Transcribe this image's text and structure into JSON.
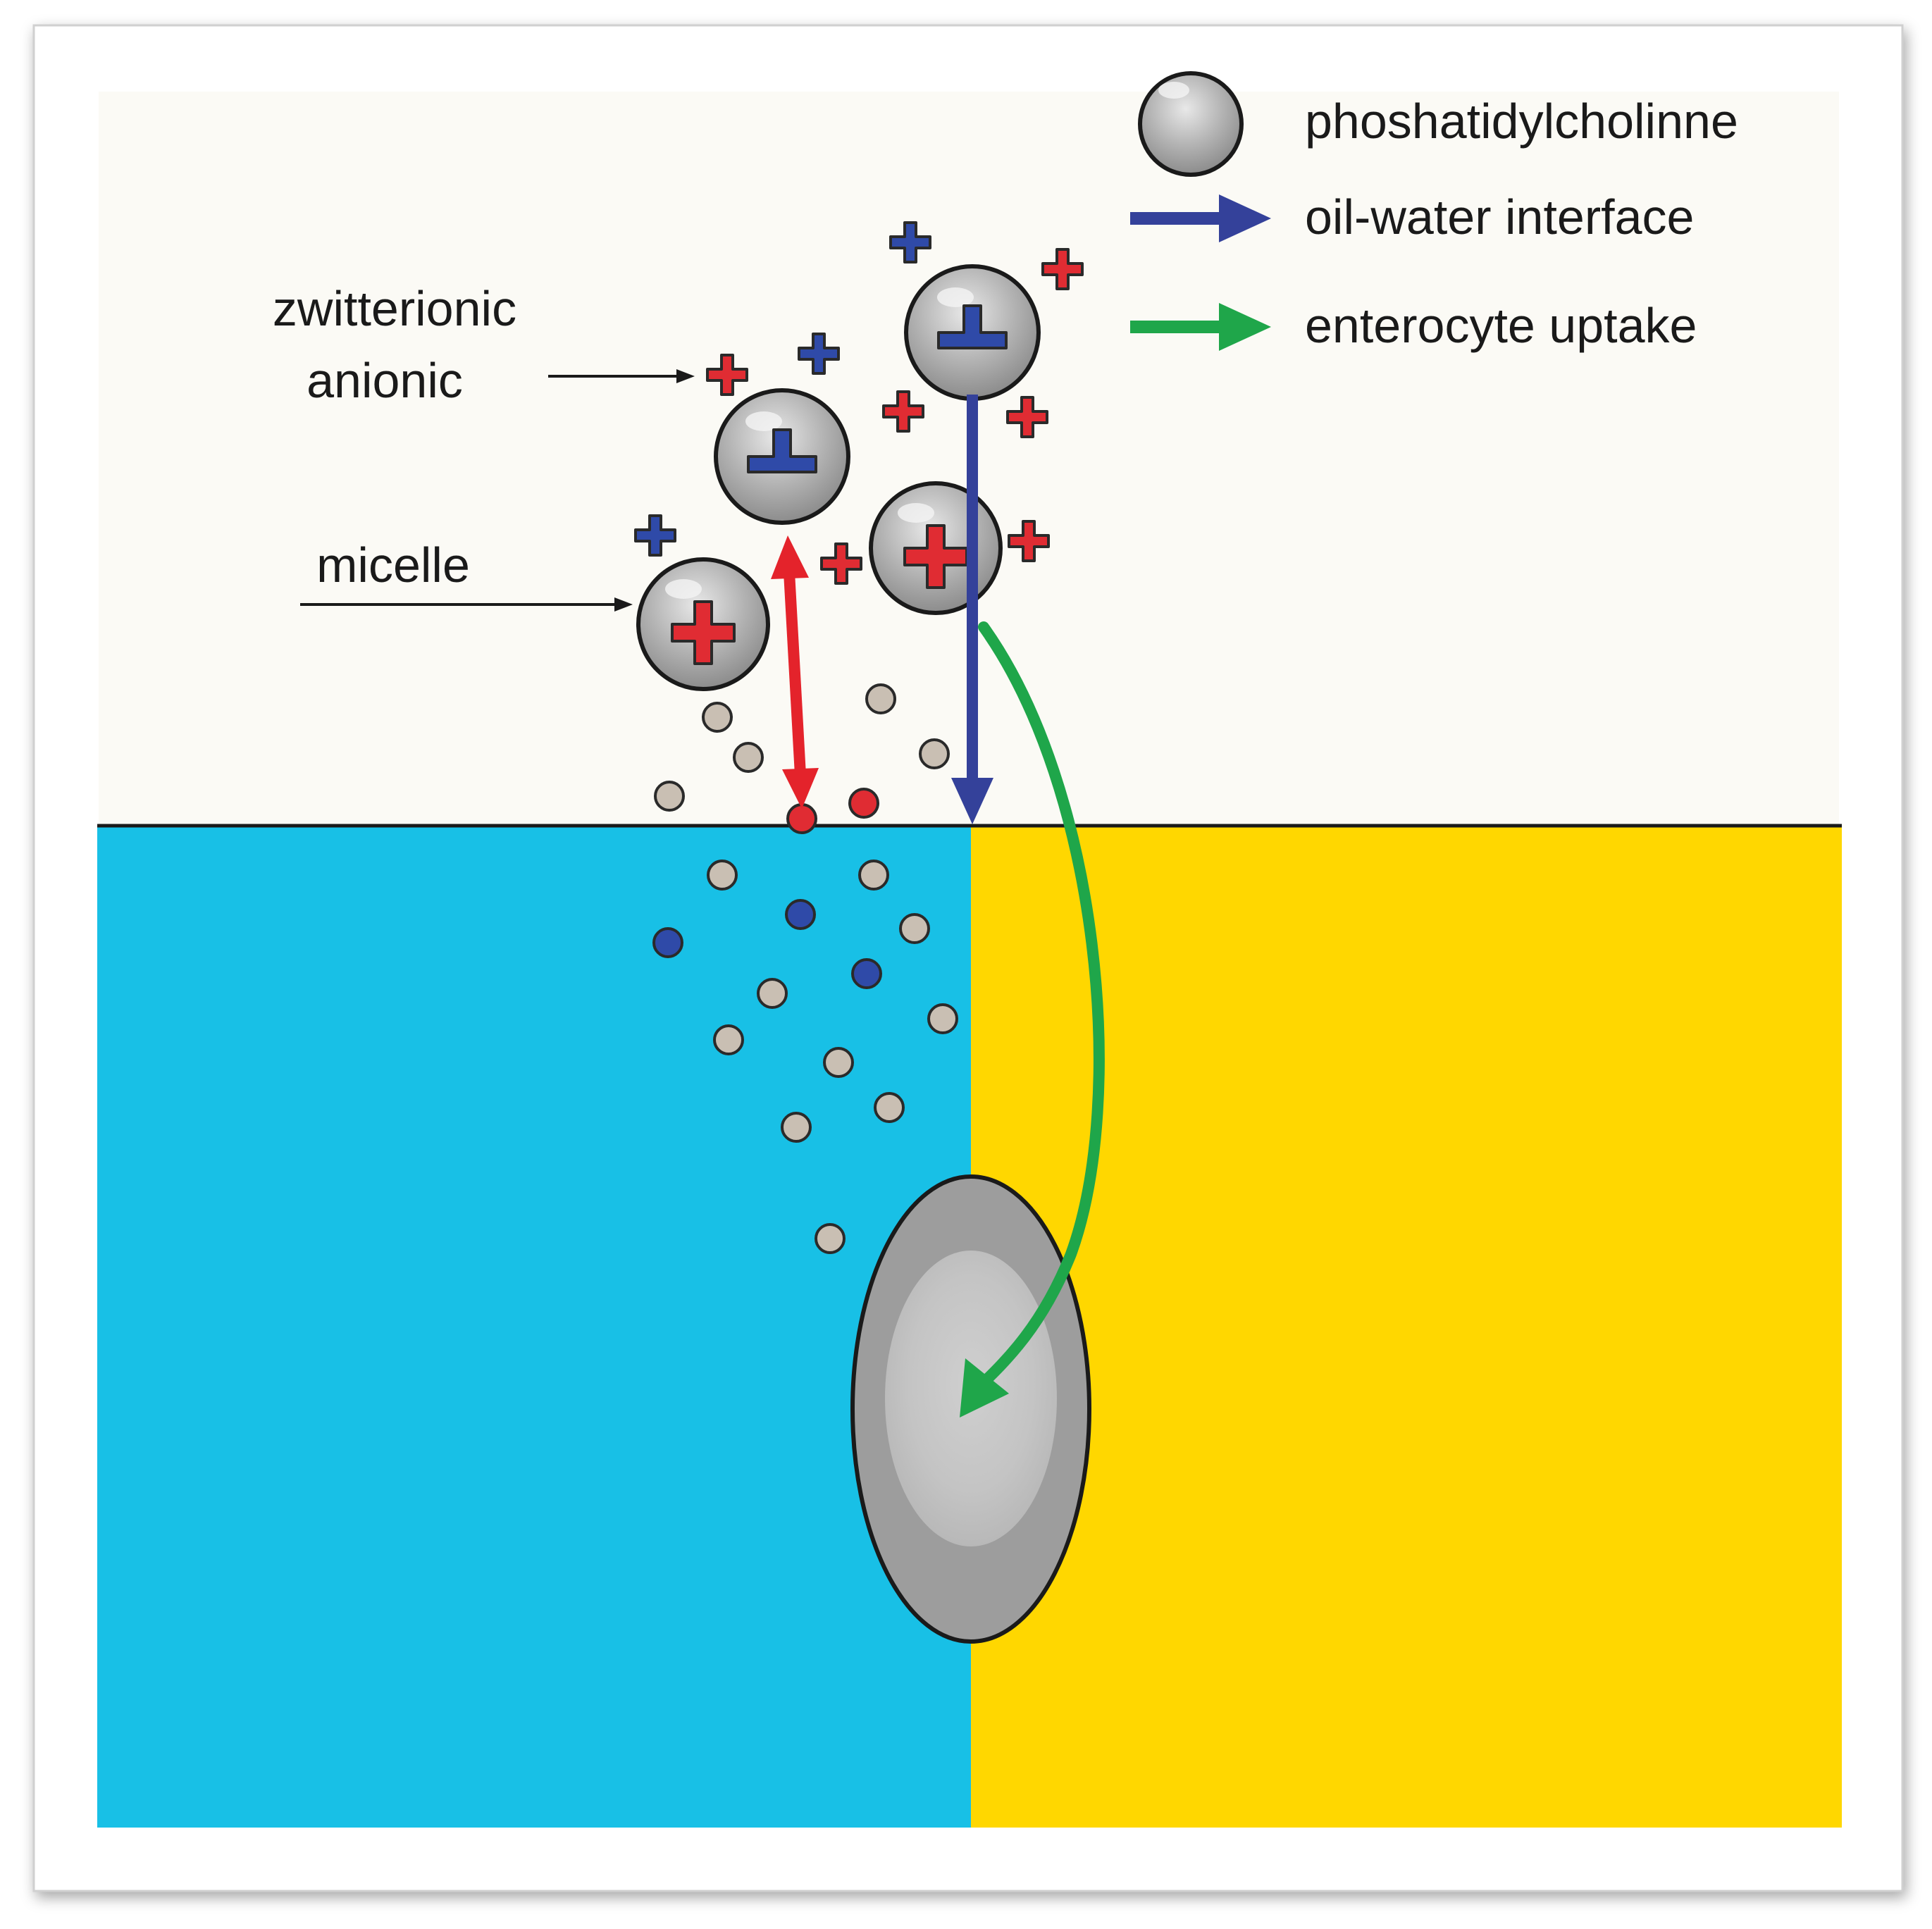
{
  "legend": {
    "items": [
      {
        "label": "phoshatidylcholinne",
        "marker": "grey-sphere",
        "color": "#9a9a9a"
      },
      {
        "label": "oil-water interface",
        "marker": "arrow",
        "color": "#34419a"
      },
      {
        "label": "enterocyte uptake",
        "marker": "arrow",
        "color": "#1fa64a"
      }
    ]
  },
  "labels": {
    "zwitterionic": "zwitterionic",
    "anionic": "anionic",
    "micelle": "micelle"
  },
  "colors": {
    "aqueous_region": "#18c0e6",
    "oil_region": "#ffd700",
    "upper_phase": "#fbfaf5",
    "interface_line": "#1a1a1a",
    "positive_charge": "#e02c33",
    "negative_charge": "#2f4aa8",
    "sphere_fill": "#a8a8a8",
    "arrow_red": "#e4232b",
    "arrow_blue": "#34419a",
    "arrow_green": "#1fa64a"
  },
  "icons": {
    "positive": "plus-sign-icon",
    "negative": "inverted-t-icon",
    "particle": "sphere-icon"
  }
}
